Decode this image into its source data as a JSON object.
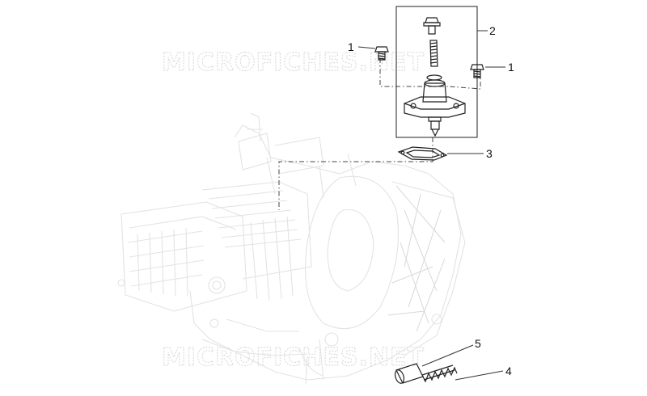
{
  "watermarks": [
    "MICROFICHES.NET",
    "MICROFICHES.NET"
  ],
  "callouts": [
    {
      "id": "bolt-left",
      "label": "1"
    },
    {
      "id": "tensioner-assembly",
      "label": "2"
    },
    {
      "id": "bolt-right",
      "label": "1"
    },
    {
      "id": "gasket",
      "label": "3"
    },
    {
      "id": "spring",
      "label": "4"
    },
    {
      "id": "bushing",
      "label": "5"
    }
  ],
  "colors": {
    "line": "#222222",
    "ghost": "#e3e3e3",
    "watermark": "#dcdcdc"
  }
}
